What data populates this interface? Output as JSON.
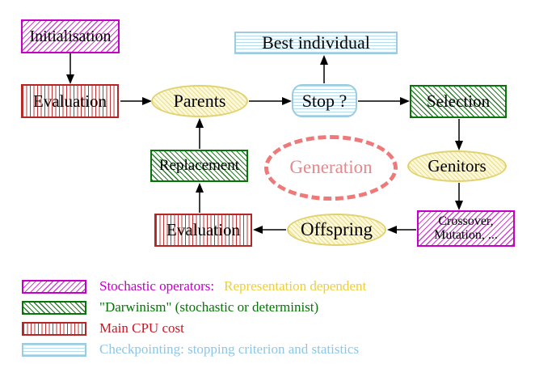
{
  "nodes": {
    "initialisation": {
      "label": "Initialisation",
      "pattern": "magenta-diagonal-hatch"
    },
    "evaluation_top": {
      "label": "Evaluation",
      "pattern": "red-vertical-stripes"
    },
    "parents": {
      "label": "Parents",
      "pattern": "yellow-hatch-ellipse"
    },
    "best_individual": {
      "label": "Best individual",
      "pattern": "cyan-horizontal-stripes"
    },
    "stop": {
      "label": "Stop ?",
      "pattern": "cyan-horizontal-stripes"
    },
    "selection": {
      "label": "Selection",
      "pattern": "green-diagonal-hatch"
    },
    "genitors": {
      "label": "Genitors",
      "pattern": "yellow-hatch-ellipse"
    },
    "replacement": {
      "label": "Replacement",
      "pattern": "green-diagonal-hatch"
    },
    "generation": {
      "label": "Generation",
      "pattern": "salmon-dashed-ellipse"
    },
    "offspring": {
      "label": "Offspring",
      "pattern": "yellow-hatch-ellipse"
    },
    "evaluation_bottom": {
      "label": "Evaluation",
      "pattern": "red-vertical-stripes"
    },
    "crossover": {
      "line1": "Crossover,",
      "line2": "Mutation, ...",
      "pattern": "magenta-diagonal-hatch"
    }
  },
  "legend": {
    "items": [
      {
        "swatch": "magenta-diagonal-hatch",
        "label": "Stochastic operators:",
        "label2": "Representation dependent"
      },
      {
        "swatch": "green-diagonal-hatch",
        "label": "\"Darwinism\" (stochastic or determinist)"
      },
      {
        "swatch": "red-vertical-stripes",
        "label": "Main CPU cost"
      },
      {
        "swatch": "cyan-horizontal-stripes",
        "label": "Checkpointing: stopping criterion and statistics"
      }
    ]
  },
  "colors": {
    "magenta": "#c400c4",
    "green": "#067406",
    "red": "#b42626",
    "crimson_text": "#cc1423",
    "cyan_border": "#9ccbe2",
    "light_blue_text": "#8ec6e8",
    "gold_text": "#eecf3a",
    "yellow_fill": "#fdf9da",
    "yellow_border": "#e2d26e",
    "salmon": "#ee7979",
    "arrow_black": "#000000"
  }
}
